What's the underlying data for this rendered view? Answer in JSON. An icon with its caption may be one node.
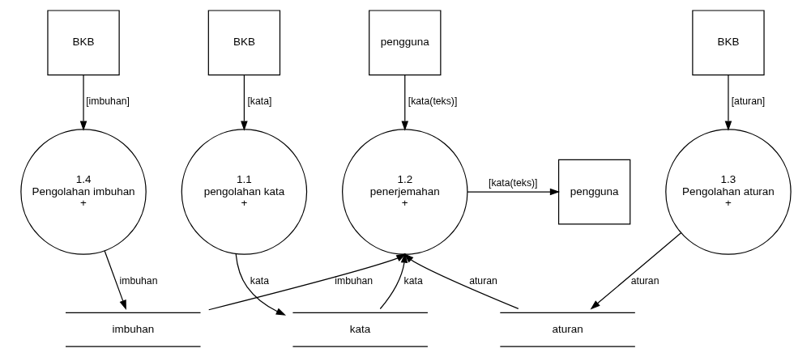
{
  "diagram": {
    "nodes": [
      {
        "text": [
          "BKB"
        ]
      },
      {
        "text": [
          "BKB"
        ]
      },
      {
        "text": [
          "BKB"
        ]
      },
      {
        "text": [
          "pengguna"
        ]
      },
      {
        "text": [
          "1.4",
          "Pengolahan imbuhan",
          "+"
        ]
      },
      {
        "text": [
          "1.3",
          "Pengolahan aturan",
          "+"
        ]
      },
      {
        "text": [
          "1.1",
          "pengolahan kata",
          "+"
        ]
      },
      {
        "text": [
          "1.2",
          "penerjemahan",
          "+"
        ]
      },
      {
        "text": [
          "pengguna"
        ]
      },
      {
        "text": [
          "imbuhan"
        ]
      },
      {
        "text": [
          "aturan"
        ]
      },
      {
        "text": [
          "kata"
        ]
      }
    ],
    "edges": [
      {
        "from": 0,
        "to": 4,
        "arrow": "to",
        "label": "[imbuhan]"
      },
      {
        "from": 1,
        "to": 5,
        "arrow": "to",
        "label": "[aturan]"
      },
      {
        "from": 2,
        "to": 6,
        "arrow": "to",
        "label": "[kata]"
      },
      {
        "from": 3,
        "to": 7,
        "arrow": "to",
        "label": "[kata(teks)]"
      },
      {
        "from": 7,
        "to": 8,
        "arrow": "to",
        "label": "[kata(teks)]"
      },
      {
        "from": 4,
        "to": 9,
        "arrow": "to",
        "label": "imbuhan"
      },
      {
        "from": 5,
        "to": 10,
        "arrow": "to",
        "label": "aturan"
      },
      {
        "from": 6,
        "to": 11,
        "arrow": "to",
        "label": "kata"
      },
      {
        "from": 11,
        "to": 7,
        "arrow": "to",
        "label": "kata"
      },
      {
        "from": 10,
        "to": 7,
        "arrow": "to",
        "label": "aturan"
      },
      {
        "from": 9,
        "to": 7,
        "arrow": "to",
        "label": "imbuhan"
      }
    ]
  }
}
